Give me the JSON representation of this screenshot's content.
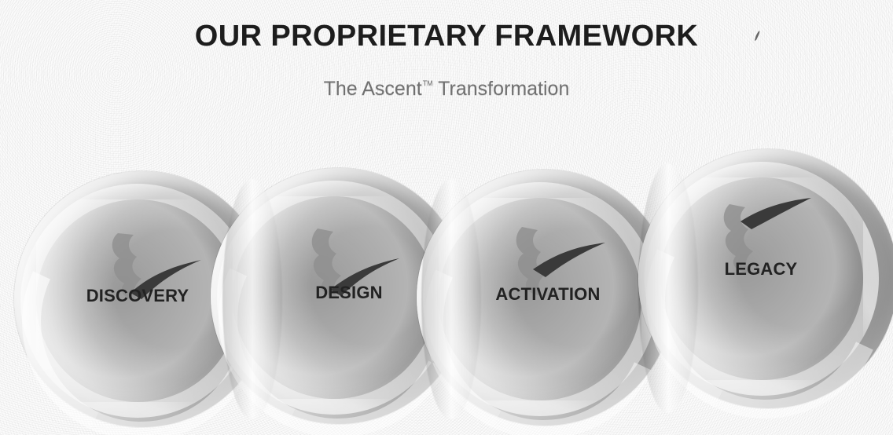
{
  "header": {
    "title": "OUR PROPRIETARY FRAMEWORK",
    "subtitle_main": "The Ascent",
    "subtitle_tm": "TM",
    "subtitle_tail": " Transformation"
  },
  "framework": {
    "stages": [
      {
        "label": "DISCOVERY"
      },
      {
        "label": "DESIGN"
      },
      {
        "label": "ACTIVATION"
      },
      {
        "label": "LEGACY"
      }
    ]
  },
  "icons": {
    "top_right_mark": "pencil-mark-icon",
    "stage_symbol": "wing-swoosh-icon"
  },
  "colors": {
    "heading": "#1d1d1d",
    "subtitle": "#707070",
    "sphere_dark": "#8c8c8c",
    "sphere_light": "#efefef"
  }
}
